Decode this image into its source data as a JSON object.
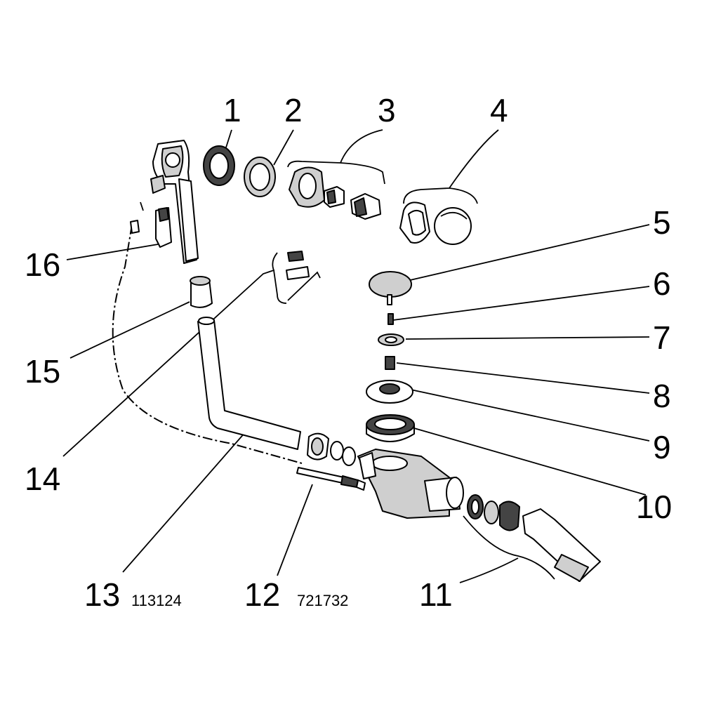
{
  "parts": [
    {
      "number": "1",
      "code": ""
    },
    {
      "number": "2",
      "code": ""
    },
    {
      "number": "3",
      "code": ""
    },
    {
      "number": "4",
      "code": ""
    },
    {
      "number": "5",
      "code": ""
    },
    {
      "number": "6",
      "code": ""
    },
    {
      "number": "7",
      "code": ""
    },
    {
      "number": "8",
      "code": ""
    },
    {
      "number": "9",
      "code": ""
    },
    {
      "number": "10",
      "code": ""
    },
    {
      "number": "11",
      "code": ""
    },
    {
      "number": "12",
      "code": "721732"
    },
    {
      "number": "13",
      "code": "113124"
    },
    {
      "number": "14",
      "code": ""
    },
    {
      "number": "15",
      "code": ""
    },
    {
      "number": "16",
      "code": ""
    }
  ]
}
